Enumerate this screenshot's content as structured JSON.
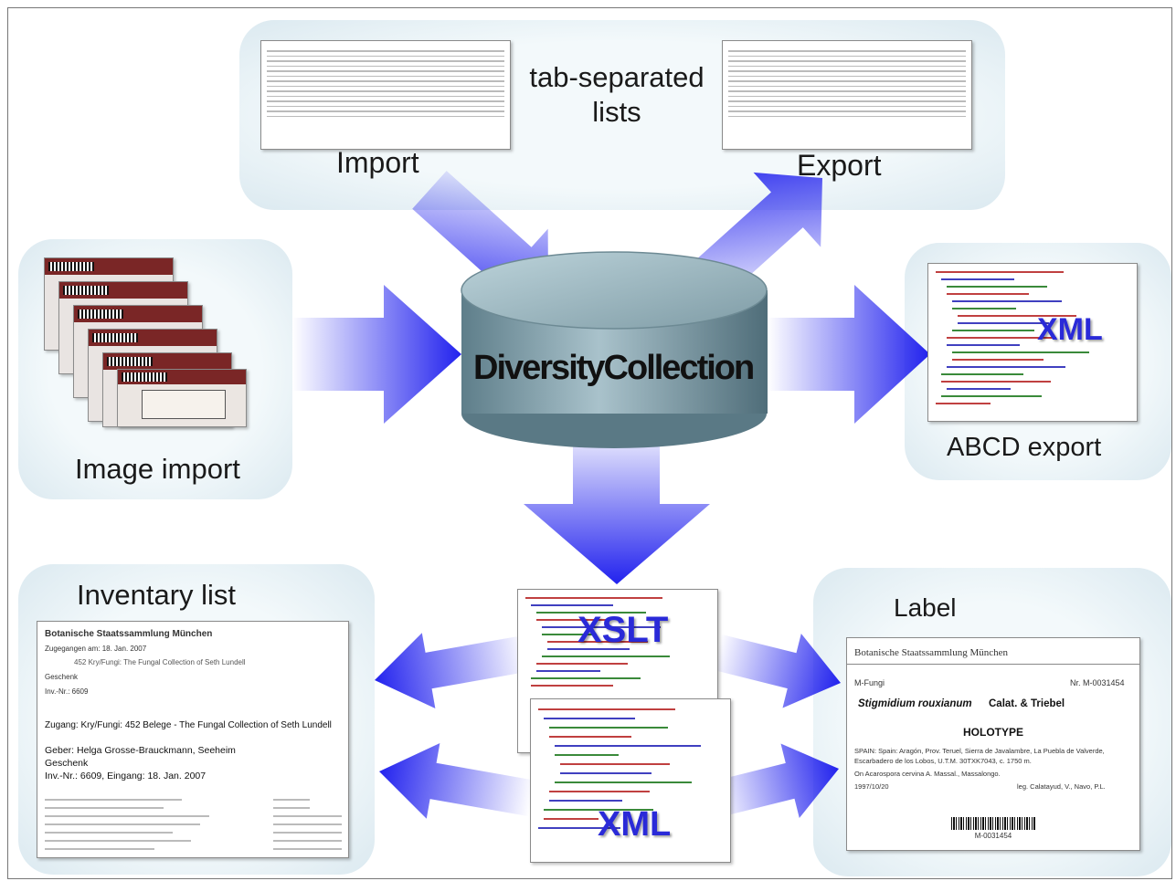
{
  "top_panel": {
    "center_label": "tab-separated\nlists",
    "import_label": "Import",
    "export_label": "Export"
  },
  "database": {
    "label": "DiversityCollection"
  },
  "image_panel": {
    "label": "Image import"
  },
  "abcd_panel": {
    "label": "ABCD export",
    "xml_label": "XML"
  },
  "inventary_panel": {
    "title": "Inventary list",
    "header": "Botanische Staatssammlung München",
    "line1": "Zugegangen am: 18. Jan. 2007",
    "line2": "452 Kry/Fungi: The Fungal Collection of Seth Lundell",
    "line3": "Geschenk",
    "line4": "Inv.-Nr.: 6609",
    "zugang": "Zugang: Kry/Fungi: 452 Belege - The Fungal Collection of Seth Lundell",
    "geber": "Geber: Helga Grosse-Brauckmann, Seeheim",
    "geschenk": "Geschenk",
    "inv": "Inv.-Nr.: 6609, Eingang: 18. Jan. 2007"
  },
  "xslt_doc": {
    "label": "XSLT"
  },
  "xml_doc": {
    "label": "XML"
  },
  "label_panel": {
    "title": "Label",
    "institution": "Botanische Staatssammlung München",
    "herbarium": "M-Fungi",
    "number": "Nr. M-0031454",
    "species": "Stigmidium rouxianum",
    "author": "Calat. & Triebel",
    "type": "HOLOTYPE",
    "locality": "SPAIN: Spain: Aragón, Prov. Teruel, Sierra de Javalambre, La Puebla de Valverde, Escarbadero de los Lobos, U.T.M. 30TXK7043, c. 1750 m.",
    "host": "On Acarospora cervina A. Massal., Massalongo.",
    "date": "1997/10/20",
    "collector": "leg. Calatayud, V., Navo, P.L.",
    "barcode_text": "M-0031454"
  },
  "colors": {
    "arrow": "#2222ee",
    "panel": "#e4eff4",
    "cylinder": "#5e7e8a"
  }
}
